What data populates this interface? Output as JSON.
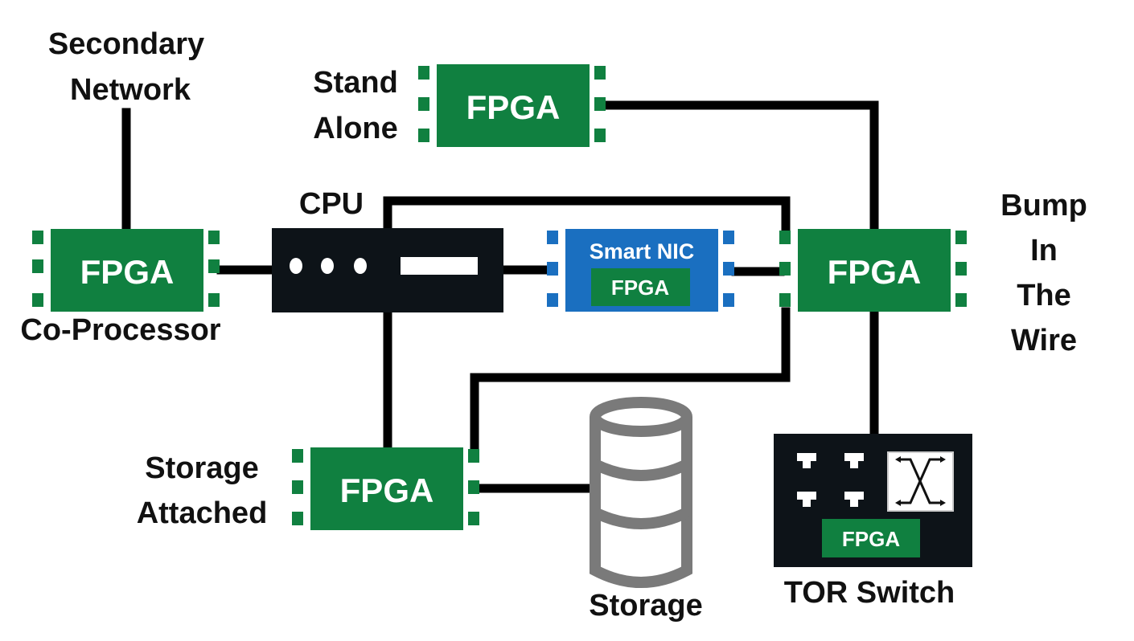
{
  "colors": {
    "fpga_green": "#108040",
    "smart_nic_blue": "#1a6fc0",
    "cpu_black": "#0d1318",
    "storage_gray": "#7a7a7a",
    "connector": "#000000"
  },
  "labels": {
    "secondary_network": [
      "Secondary",
      "Network"
    ],
    "stand_alone": [
      "Stand",
      "Alone"
    ],
    "cpu": "CPU",
    "co_processor": "Co-Processor",
    "bump_in_the_wire": [
      "Bump",
      "In",
      "The",
      "Wire"
    ],
    "storage_attached": [
      "Storage",
      "Attached"
    ],
    "storage": "Storage",
    "tor_switch": "TOR Switch"
  },
  "blocks": {
    "fpga_label": "FPGA",
    "smart_nic_label": "Smart NIC"
  },
  "icons": [
    "database-icon",
    "crossbar-switch-icon",
    "network-port-icon"
  ]
}
